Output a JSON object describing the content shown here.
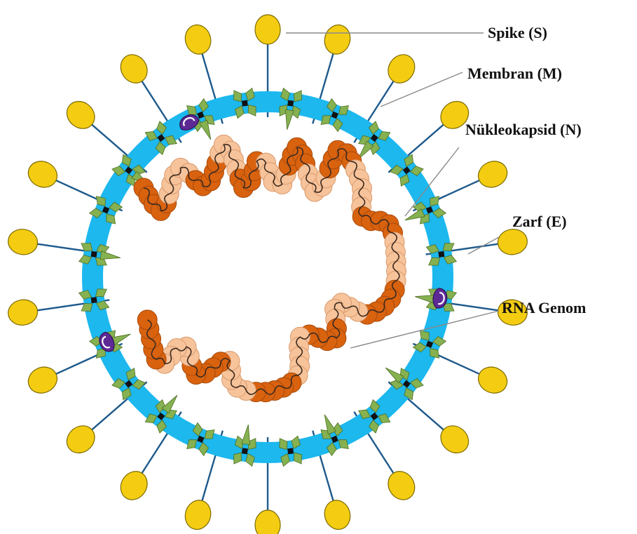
{
  "labels": {
    "spike": "Spike (S)",
    "membrane": "Membran (M)",
    "nucleocapsid": "Nükleokapsid (N)",
    "envelope": "Zarf (E)",
    "genome": "RNA Genom"
  },
  "colors": {
    "membrane_ring": "#1cb8ee",
    "spike_head": "#f4cd12",
    "spike_head_edge": "#7d6a00",
    "spike_stalk": "#1e5a8c",
    "m_protein": "#86b151",
    "m_protein_edge": "#4d6e22",
    "e_protein": "#5d2a95",
    "nucleocapsid_dark": "#d9620f",
    "nucleocapsid_light": "#f7c39a",
    "rna_line": "#3a2a20",
    "leader_line": "#8a8a8a"
  },
  "components": {
    "spike_count": 22,
    "m_protein_count": 24,
    "e_protein_count": 3
  }
}
